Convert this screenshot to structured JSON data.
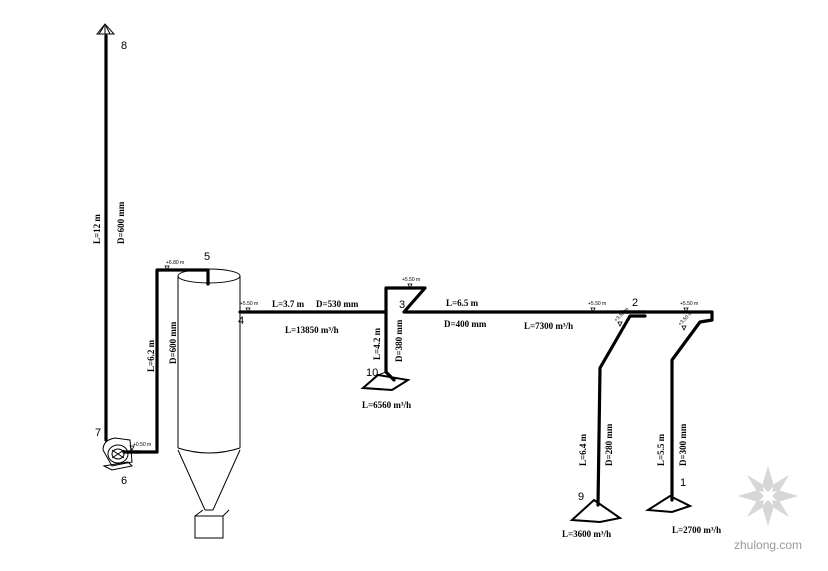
{
  "nodes": {
    "n1": "1",
    "n2": "2",
    "n3": "3",
    "n4": "4",
    "n5": "5",
    "n6": "6",
    "n7": "7",
    "n8": "8",
    "n9": "9",
    "n10": "10"
  },
  "labels": {
    "stack_len": "L=12 m",
    "stack_dia": "D=600 mm",
    "fan_len": "L=6.2 m",
    "fan_dia": "D=600 mm",
    "seg34_len": "L=3.7 m",
    "seg34_dia": "D=530 mm",
    "seg34_flow": "L=13850 m³/h",
    "seg23_len": "L=6.5 m",
    "seg23_dia": "D=400 mm",
    "seg23_flow": "L=7300 m³/h",
    "br10_len": "L=4.2 m",
    "br10_dia": "D=380 mm",
    "br10_flow": "L=6560 m³/h",
    "br9_len": "L=6.4 m",
    "br9_dia": "D=280 mm",
    "br9_flow": "L=3600 m³/h",
    "br1_len": "L=5.5 m",
    "br1_dia": "D=300 mm",
    "br1_flow": "L=2700 m³/h"
  },
  "elevations": {
    "e_top_fan": "+6.80 m",
    "e_node4": "+5.50 m",
    "e_node3": "+5.50 m",
    "e_node2": "+5.50 m",
    "e_node1": "+5.50 m",
    "e_br9": "+3.50 m",
    "e_br1": "+3.50 m",
    "e_fan": "+0.50 m"
  },
  "watermark": {
    "text": "zhulong.com"
  }
}
